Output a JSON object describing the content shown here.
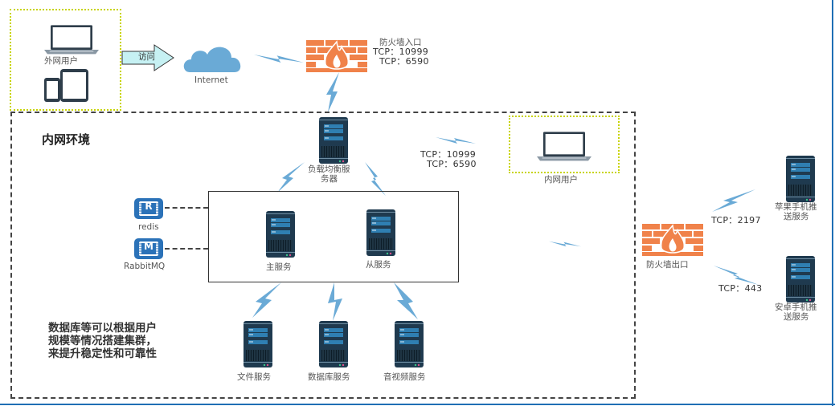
{
  "external_users": {
    "label": "外网用户",
    "access_arrow_label": "访问"
  },
  "internet": {
    "label": "Internet"
  },
  "firewall_in": {
    "label": "防火墙入口",
    "ports": [
      "TCP：10999",
      "TCP：6590"
    ]
  },
  "intranet": {
    "title": "内网环境",
    "load_balancer": {
      "label_line1": "负载均衡服",
      "label_line2": "务器"
    },
    "intranet_user_link": {
      "ports": [
        "TCP：10999",
        "TCP：6590"
      ]
    },
    "intranet_user": {
      "label": "内网用户"
    },
    "redis": {
      "glyph": "R",
      "label": "redis"
    },
    "rabbitmq": {
      "glyph": "M",
      "label": "RabbitMQ"
    },
    "primary_service": {
      "label": "主服务"
    },
    "secondary_service": {
      "label": "从服务"
    },
    "note": [
      "数据库等可以根据用户",
      "规模等情况搭建集群，",
      "来提升稳定性和可靠性"
    ],
    "file_service": {
      "label": "文件服务"
    },
    "database_service": {
      "label": "数据库服务"
    },
    "av_service": {
      "label": "音视频服务"
    }
  },
  "firewall_out": {
    "label": "防火墙出口"
  },
  "apple_push": {
    "port": "TCP：2197",
    "label_line1": "苹果手机推",
    "label_line2": "送服务"
  },
  "android_push": {
    "port": "TCP：443",
    "label_line1": "安卓手机推",
    "label_line2": "送服务"
  },
  "colors": {
    "bolt": "#6aaad6",
    "firewall": "#f0824a",
    "server_body": "#1f3a4f",
    "cloud": "#6aaad6",
    "dotted_box": "#c8d400",
    "arrow_fill": "#c6f1f3",
    "frame": "#1f6fb5"
  }
}
